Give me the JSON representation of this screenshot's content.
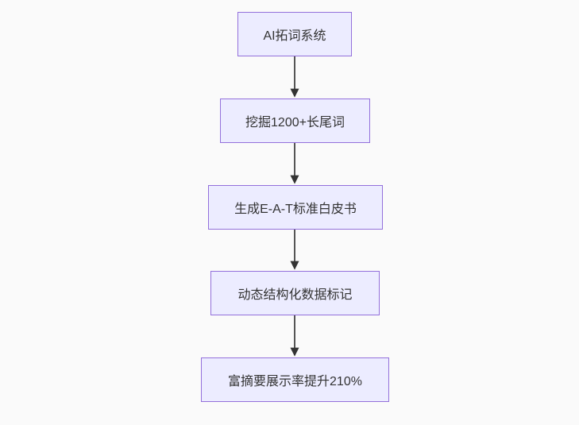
{
  "diagram": {
    "type": "flowchart",
    "direction": "top-down",
    "nodes": [
      {
        "id": "n1",
        "label": "AI拓词系统"
      },
      {
        "id": "n2",
        "label": "挖掘1200+长尾词"
      },
      {
        "id": "n3",
        "label": "生成E-A-T标准白皮书"
      },
      {
        "id": "n4",
        "label": "动态结构化数据标记"
      },
      {
        "id": "n5",
        "label": "富摘要展示率提升210%"
      }
    ],
    "edges": [
      {
        "from": "n1",
        "to": "n2"
      },
      {
        "from": "n2",
        "to": "n3"
      },
      {
        "from": "n3",
        "to": "n4"
      },
      {
        "from": "n4",
        "to": "n5"
      }
    ],
    "colors": {
      "node_fill": "#ececff",
      "node_border": "#9370db",
      "node_text": "#333333",
      "edge_line": "#555555",
      "arrowhead": "#333333",
      "background": "#fafafa"
    }
  }
}
